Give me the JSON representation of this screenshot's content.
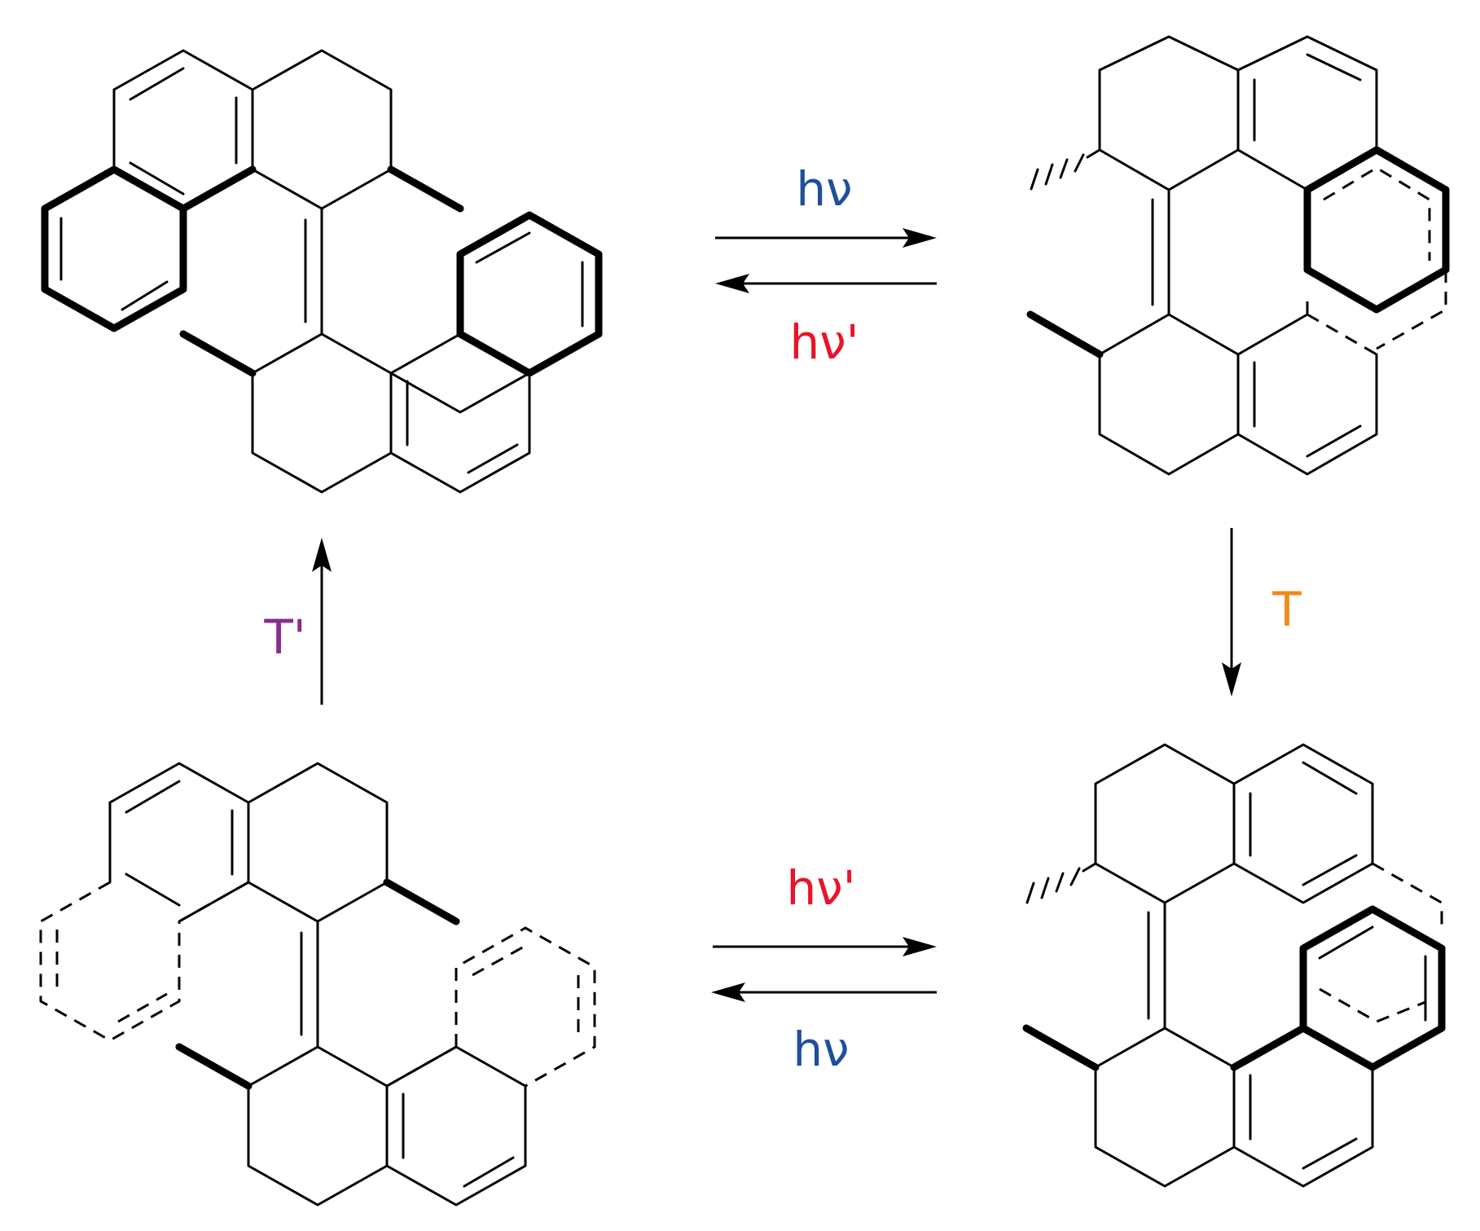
{
  "labels": {
    "top_forward": "hν",
    "top_reverse": "hν'",
    "bottom_forward": "hν'",
    "bottom_reverse": "hν",
    "right_down": "T",
    "left_up": "T'"
  },
  "colors": {
    "blue": "#1f4e9e",
    "red": "#e8142a",
    "orange": "#f08a1a",
    "purple": "#8a2a8e",
    "bond": "#000000"
  }
}
